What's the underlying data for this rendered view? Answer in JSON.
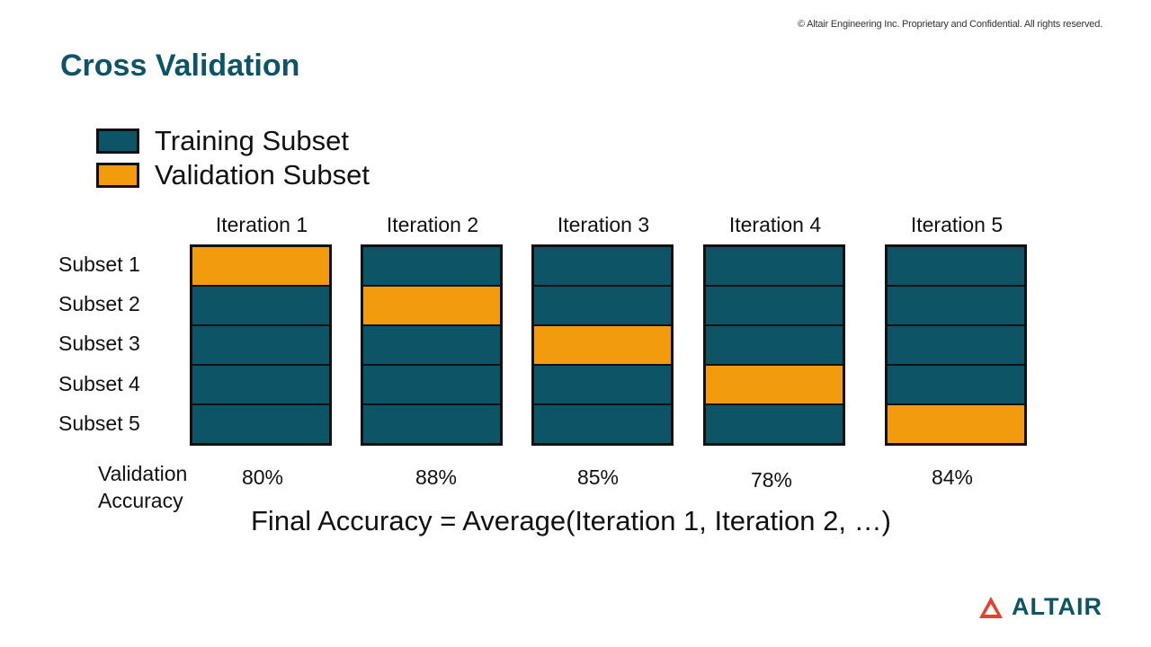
{
  "copyright": "© Altair Engineering Inc. Proprietary and Confidential. All rights reserved.",
  "title": "Cross Validation",
  "colors": {
    "training": "#0d5566",
    "validation": "#f29b0c",
    "title": "#0d5566",
    "logo": "#e5422e"
  },
  "legend": [
    {
      "label": "Training Subset",
      "kind": "training"
    },
    {
      "label": "Validation Subset",
      "kind": "validation"
    }
  ],
  "subsets": [
    "Subset 1",
    "Subset 2",
    "Subset 3",
    "Subset 4",
    "Subset 5"
  ],
  "iterations": [
    {
      "label": "Iteration 1",
      "validation_subset": 1,
      "accuracy": "80%"
    },
    {
      "label": "Iteration 2",
      "validation_subset": 2,
      "accuracy": "88%"
    },
    {
      "label": "Iteration 3",
      "validation_subset": 3,
      "accuracy": "85%"
    },
    {
      "label": "Iteration 4",
      "validation_subset": 4,
      "accuracy": "78%"
    },
    {
      "label": "Iteration 5",
      "validation_subset": 5,
      "accuracy": "84%"
    }
  ],
  "accuracy_caption": [
    "Validation",
    "Accuracy"
  ],
  "final_formula": "Final Accuracy = Average(Iteration 1, Iteration 2,  …)",
  "logo": {
    "text": "ALTAIR",
    "icon": "altair-logo-icon"
  }
}
